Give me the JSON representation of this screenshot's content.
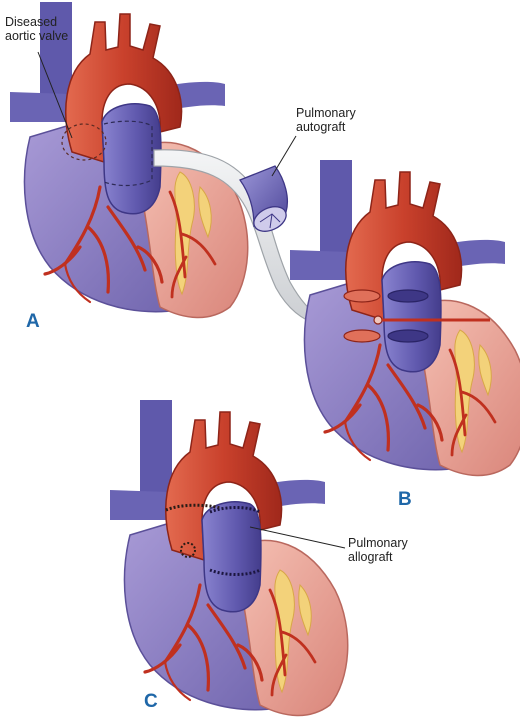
{
  "labels": {
    "diseased_valve": "Diseased\naortic valve",
    "pulmonary_autograft": "Pulmonary\nautograft",
    "pulmonary_allograft": "Pulmonary\nallograft",
    "panel_a": "A",
    "panel_b": "B",
    "panel_c": "C"
  },
  "colors": {
    "aorta": "#c9412c",
    "pulmonary_artery": "#6a64b4",
    "vena_cava": "#5f59ab",
    "right_heart": "#8f82c4",
    "left_heart": "#e79d8e",
    "coronary": "#c0301f",
    "fat": "#f3d27a",
    "panel_label": "#1f67a8",
    "arrow_fill": "#e4e6e8"
  }
}
